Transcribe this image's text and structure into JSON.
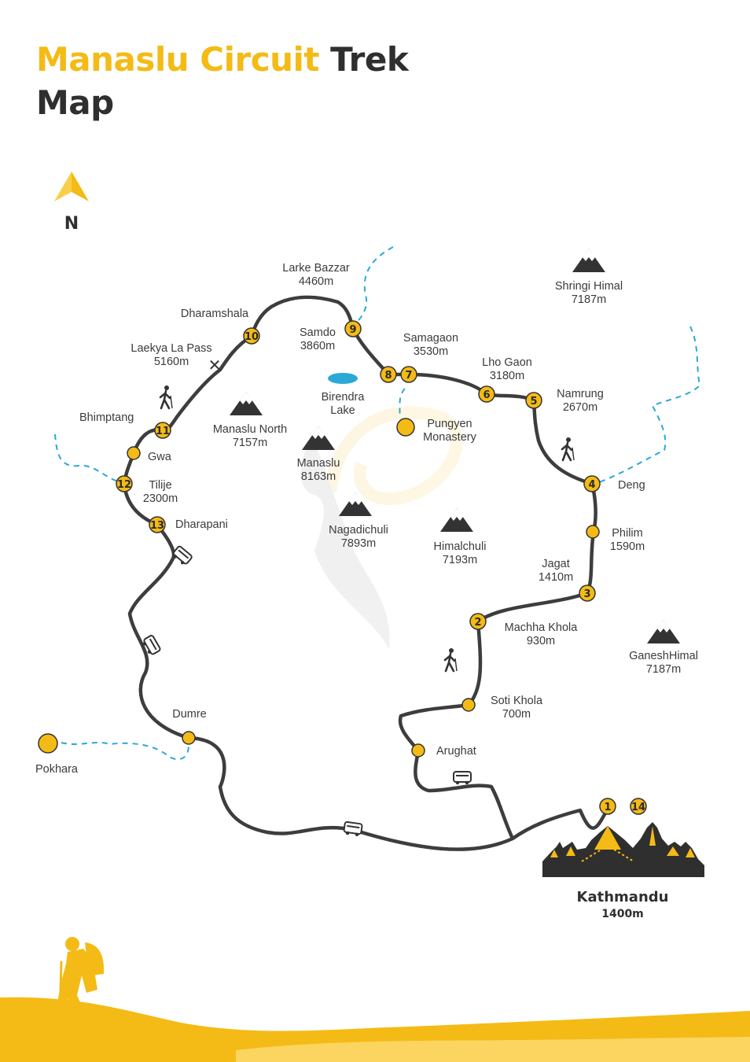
{
  "title": {
    "part1": "Manaslu Circuit",
    "part2": "Trek",
    "part3": "Map"
  },
  "compass": {
    "label": "N"
  },
  "colors": {
    "route": "#3d3d3d",
    "accent": "#f4bb16",
    "water": "#2aa9d6",
    "dark": "#2f2f2f"
  },
  "stops": [
    {
      "num": "1",
      "name": "Kathmandu",
      "alt": "1400m"
    },
    {
      "num": "2",
      "name": "Machha Khola",
      "alt": "930m"
    },
    {
      "num": "3",
      "name": "Jagat",
      "alt": "1410m"
    },
    {
      "num": "4",
      "name": "Deng",
      "alt": ""
    },
    {
      "num": "5",
      "name": "Namrung",
      "alt": "2670m"
    },
    {
      "num": "6",
      "name": "Lho Gaon",
      "alt": "3180m"
    },
    {
      "num": "7",
      "name": "Samagaon",
      "alt": "3530m"
    },
    {
      "num": "8",
      "name": "Birendra",
      "alt": "Lake"
    },
    {
      "num": "9",
      "name": "Samdo",
      "alt": "3860m"
    },
    {
      "num": "10",
      "name": "Dharamshala",
      "alt": ""
    },
    {
      "num": "11",
      "name": "Bhimptang",
      "alt": ""
    },
    {
      "num": "12",
      "name": "Tilije",
      "alt": "2300m"
    },
    {
      "num": "13",
      "name": "Dharapani",
      "alt": ""
    },
    {
      "num": "14",
      "name": "",
      "alt": ""
    }
  ],
  "places": {
    "larke": {
      "name": "Larke Bazzar",
      "alt": "4460m"
    },
    "laekya": {
      "name": "Laekya La Pass",
      "alt": "5160m"
    },
    "pungyen": {
      "name": "Pungyen",
      "alt": "Monastery"
    },
    "gwa": {
      "name": "Gwa"
    },
    "philim": {
      "name": "Philim",
      "alt": "1590m"
    },
    "soti": {
      "name": "Soti Khola",
      "alt": "700m"
    },
    "arughat": {
      "name": "Arughat"
    },
    "dumre": {
      "name": "Dumre"
    },
    "pokhara": {
      "name": "Pokhara"
    }
  },
  "peaks": [
    {
      "name": "Shringi Himal",
      "alt": "7187m"
    },
    {
      "name": "Manaslu North",
      "alt": "7157m"
    },
    {
      "name": "Manaslu",
      "alt": "8163m"
    },
    {
      "name": "Nagadichuli",
      "alt": "7893m"
    },
    {
      "name": "Himalchuli",
      "alt": "7193m"
    },
    {
      "name": "GaneshHimal",
      "alt": "7187m"
    }
  ],
  "kathmandu": {
    "name": "Kathmandu",
    "alt": "1400m"
  }
}
